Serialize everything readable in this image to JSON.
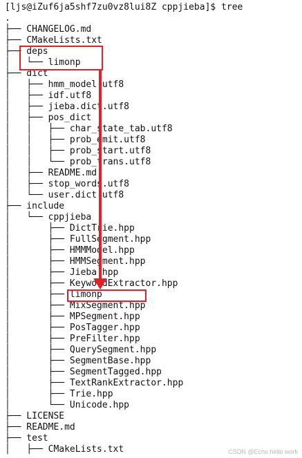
{
  "terminal": {
    "prompt": "[ljs@iZuf6ja5shf7zu0vz8lui8Z cppjieba]$ tree",
    "lines": [
      ".",
      "├── CHANGELOG.md",
      "├── CMakeLists.txt",
      "├── deps",
      "│   └── limonp",
      "├── dict",
      "│   ├── hmm_model.utf8",
      "│   ├── idf.utf8",
      "│   ├── jieba.dict.utf8",
      "│   ├── pos_dict",
      "│   │   ├── char_state_tab.utf8",
      "│   │   ├── prob_emit.utf8",
      "│   │   ├── prob_start.utf8",
      "│   │   └── prob_trans.utf8",
      "│   ├── README.md",
      "│   ├── stop_words.utf8",
      "│   └── user.dict.utf8",
      "├── include",
      "│   └── cppjieba",
      "│       ├── DictTrie.hpp",
      "│       ├── FullSegment.hpp",
      "│       ├── HMMModel.hpp",
      "│       ├── HMMSegment.hpp",
      "│       ├── Jieba.hpp",
      "│       ├── KeywordExtractor.hpp",
      "│       ├── limonp",
      "│       ├── MixSegment.hpp",
      "│       ├── MPSegment.hpp",
      "│       ├── PosTagger.hpp",
      "│       ├── PreFilter.hpp",
      "│       ├── QuerySegment.hpp",
      "│       ├── SegmentBase.hpp",
      "│       ├── SegmentTagged.hpp",
      "│       ├── TextRankExtractor.hpp",
      "│       ├── Trie.hpp",
      "│       └── Unicode.hpp",
      "├── LICENSE",
      "├── README.md",
      "├── test",
      "│   ├── CMakeLists.txt"
    ]
  },
  "annotation": {
    "color": "#e3202a"
  },
  "watermark": {
    "text": "CSDN @Echo hello work"
  }
}
